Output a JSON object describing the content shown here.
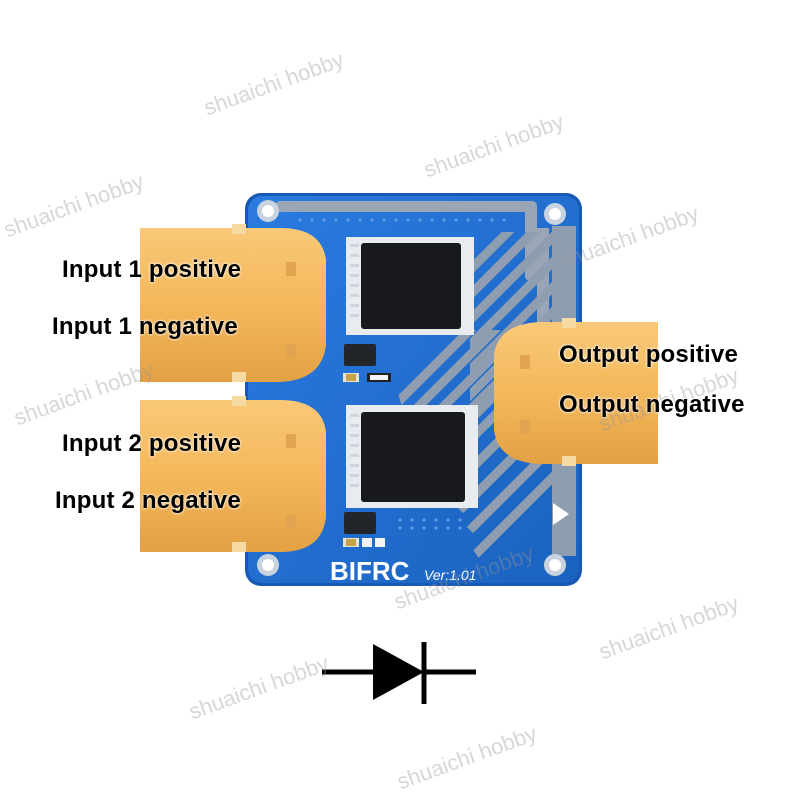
{
  "labels": {
    "input1_positive": "Input 1 positive",
    "input1_negative": "Input 1 negative",
    "input2_positive": "Input 2 positive",
    "input2_negative": "Input 2 negative",
    "output_positive": "Output positive",
    "output_negative": "Output negative"
  },
  "board": {
    "brand": "BIFRC",
    "version": "Ver:1.01"
  },
  "watermark": "shuaichi hobby",
  "colors": {
    "pcb_blue": "#1f6fd0",
    "connector_yellow": "#f4b85a",
    "label_text": "#000000"
  },
  "symbol": "diode-icon"
}
